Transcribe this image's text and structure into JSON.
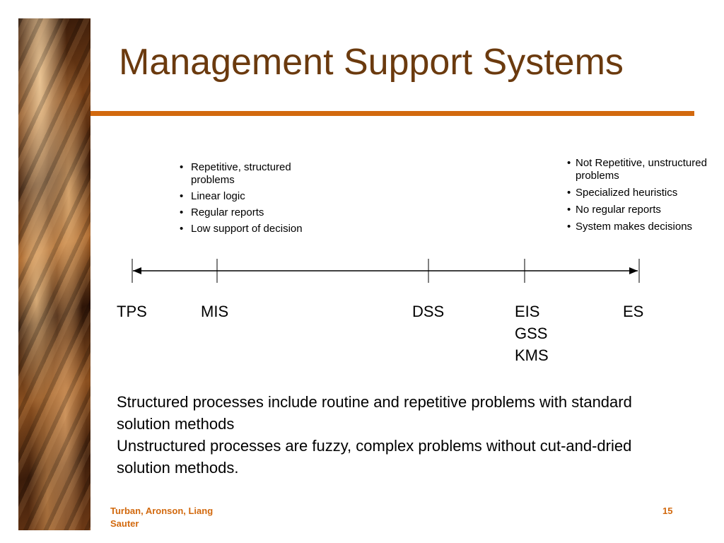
{
  "slide": {
    "title": "Management Support Systems",
    "left_bullets": [
      "Repetitive, structured problems",
      "Linear logic",
      "Regular reports",
      "Low support of decision"
    ],
    "right_bullets": [
      "Not Repetitive, unstructured problems",
      "Specialized heuristics",
      "No regular reports",
      "System makes decisions"
    ],
    "labels": {
      "tps": "TPS",
      "mis": "MIS",
      "dss": "DSS",
      "eis": "EIS",
      "gss": "GSS",
      "kms": "KMS",
      "es": "ES"
    },
    "paragraphs": [
      "Structured processes include routine and repetitive problems with standard solution methods",
      "Unstructured processes are fuzzy, complex problems without cut-and-dried solution methods."
    ],
    "footer": {
      "authors": "Turban, Aronson, Liang Sauter",
      "page_number": "15"
    }
  },
  "colors": {
    "title": "#6b3a0e",
    "accent": "#d2690e",
    "text": "#000000"
  }
}
